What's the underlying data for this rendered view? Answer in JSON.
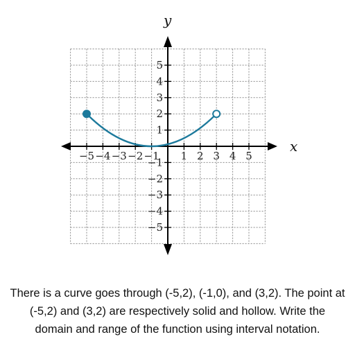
{
  "chart_data": {
    "type": "line",
    "xlabel": "x",
    "ylabel": "y",
    "xlim": [
      -6.5,
      6.5
    ],
    "ylim": [
      -6.5,
      6.5
    ],
    "grid": true,
    "x_ticks": [
      -5,
      -4,
      -3,
      -2,
      -1,
      1,
      2,
      3,
      4,
      5
    ],
    "y_ticks": [
      -5,
      -4,
      -3,
      -2,
      -1,
      1,
      2,
      3,
      4,
      5
    ],
    "x_tick_labels": [
      "−5",
      "−4",
      "−3",
      "−2",
      "−1",
      "1",
      "2",
      "3",
      "4",
      "5"
    ],
    "y_tick_labels": [
      "−5",
      "−4",
      "−3",
      "−2",
      "−1",
      "1",
      "2",
      "3",
      "4",
      "5"
    ],
    "series": [
      {
        "color": "#1d7a9c",
        "points": [
          [
            -5,
            2
          ],
          [
            -1,
            0
          ],
          [
            3,
            2
          ]
        ]
      }
    ],
    "endpoints": [
      {
        "x": -5,
        "y": 2,
        "style": "solid"
      },
      {
        "x": 3,
        "y": 2,
        "style": "hollow"
      }
    ]
  },
  "problem": {
    "text": "There is a curve goes through (-5,2), (-1,0), and (3,2). The point at (-5,2) and (3,2) are respectively solid and hollow. Write the domain and range of the function using interval notation."
  }
}
